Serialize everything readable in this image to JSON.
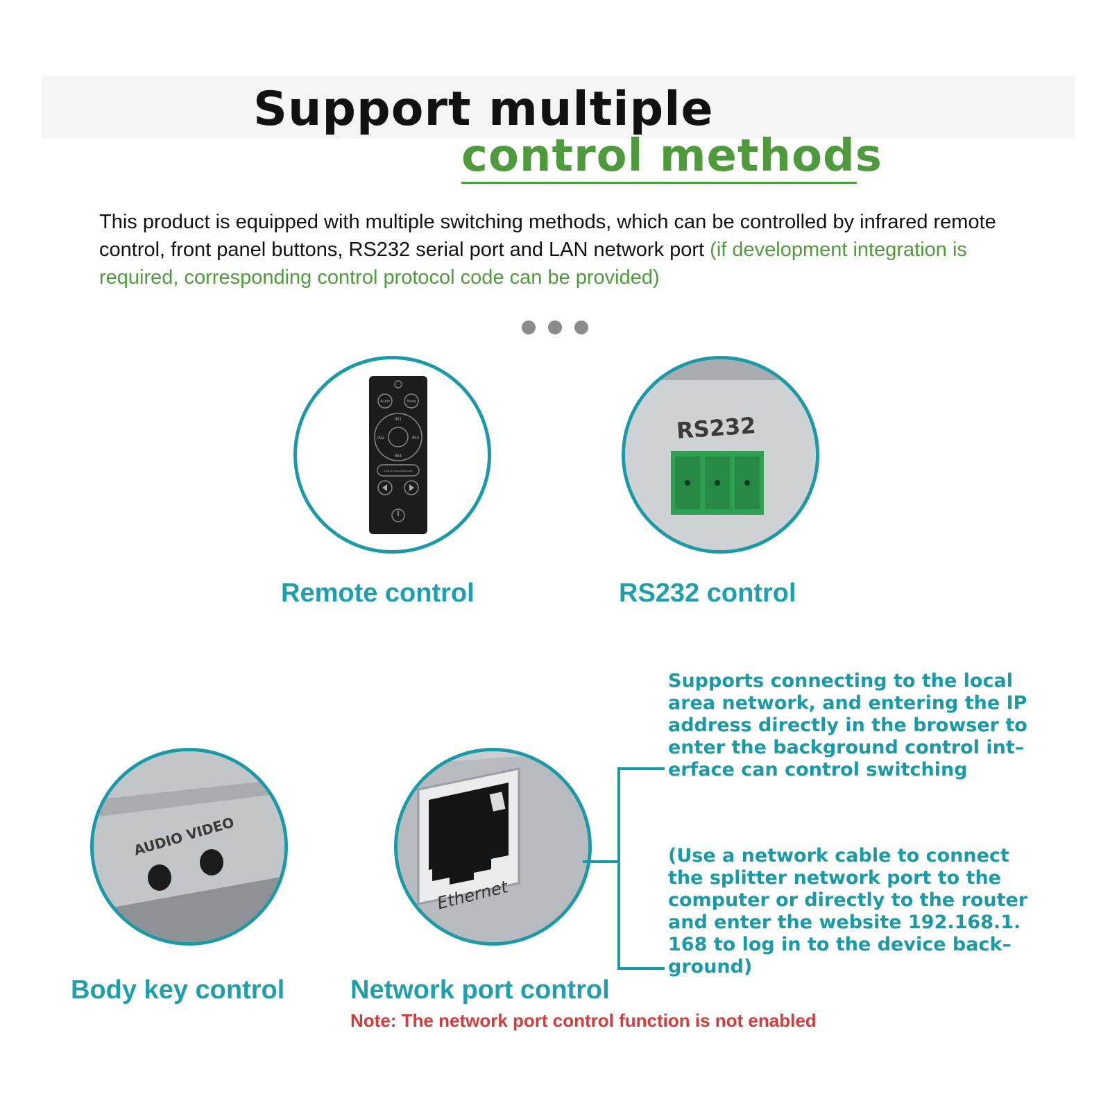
{
  "header": {
    "title_line1": "Support multiple",
    "title_line2": "control methods"
  },
  "intro": {
    "text_main": "This product is equipped with multiple switching methods, which can be controlled by infrared remote control, front panel buttons, RS232 serial port and LAN network port ",
    "text_green": "(if development integration is required, corresponding control protocol code can be provided)"
  },
  "methods": [
    {
      "label": "Remote control"
    },
    {
      "label": "RS232 control",
      "panel_text": "RS232"
    },
    {
      "label": "Body key control",
      "button_labels": [
        "AUDIO",
        "VIDEO"
      ]
    },
    {
      "label": "Network port control",
      "panel_text": "Ethernet"
    }
  ],
  "remote": {
    "buttons": [
      "Audio",
      "Mode",
      "IN1",
      "IN2",
      "IN3",
      "IN4",
      "EDID-4K Clock/Auto-move"
    ]
  },
  "network_info": {
    "paragraph1_lines": [
      "Supports connecting to the local",
      "area network, and entering the IP",
      "address directly in the browser to",
      "enter the background control int–",
      "erface can control switching"
    ],
    "paragraph2_lines": [
      "(Use a network cable to connect",
      "the splitter network port to the",
      "computer or directly to the router",
      "and enter the website 192.168.1.",
      "168 to log in to the device back–",
      "ground)"
    ]
  },
  "note": "Note: The network port control function is not enabled",
  "colors": {
    "accent_teal": "#1a9aa6",
    "accent_green": "#4f9a3c",
    "note_red": "#d63a3a"
  }
}
